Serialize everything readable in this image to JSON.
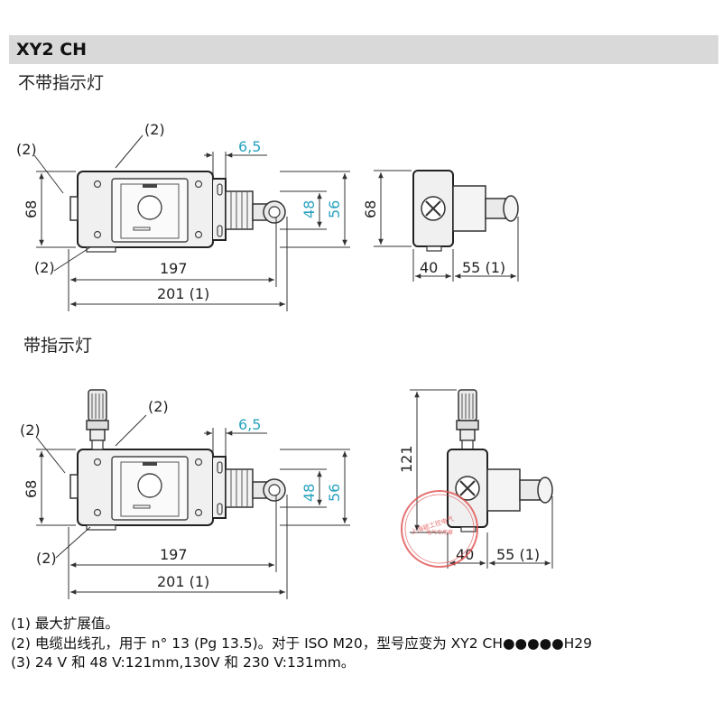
{
  "header": {
    "title": "XY2 CH"
  },
  "sections": {
    "without_light": "不带指示灯",
    "with_light": "带指示灯"
  },
  "dimensions": {
    "wire_hole_ref": "(2)",
    "offset": "6,5",
    "width_body": "68",
    "shaft_height": "48",
    "shaft_height_total": "56",
    "length_base": "197",
    "length_max": "201 (1)",
    "side_depth": "40",
    "side_extension": "55 (1)",
    "height_with_light": "121"
  },
  "stamp": {
    "line1": "上海颖工控电气",
    "line2": "电气专用章"
  },
  "notes": [
    "(1) 最大扩展值。",
    "(2) 电缆出线孔，用于 n° 13 (Pg 13.5)。对于 ISO M20，型号应变为 XY2 CH●●●●●H29",
    "(3) 24 V 和 48 V:121mm,130V 和 230 V:131mm。"
  ],
  "colors": {
    "accent_dim": "#2aa3c0",
    "line": "#333333",
    "stamp": "#e05050",
    "header_bg": "#d9d9d9"
  }
}
